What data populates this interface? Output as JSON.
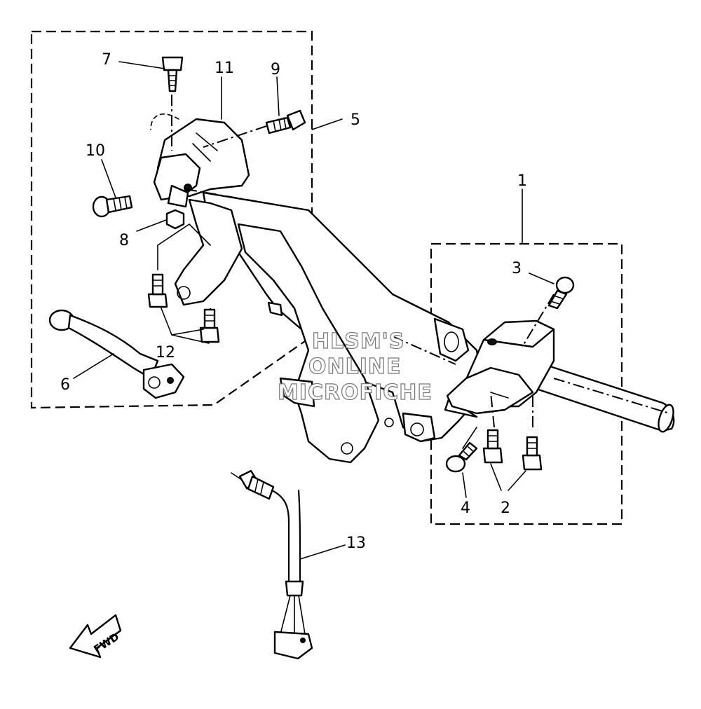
{
  "callouts": {
    "c1": "1",
    "c2": "2",
    "c3": "3",
    "c4": "4",
    "c5": "5",
    "c6": "6",
    "c7": "7",
    "c8": "8",
    "c9": "9",
    "c10": "10",
    "c11": "11",
    "c12": "12",
    "c13": "13"
  },
  "direction_label": "FWD",
  "watermark": {
    "line1": "HLSM'S",
    "line2": "ONLINE",
    "line3": "MICROFICHE"
  }
}
